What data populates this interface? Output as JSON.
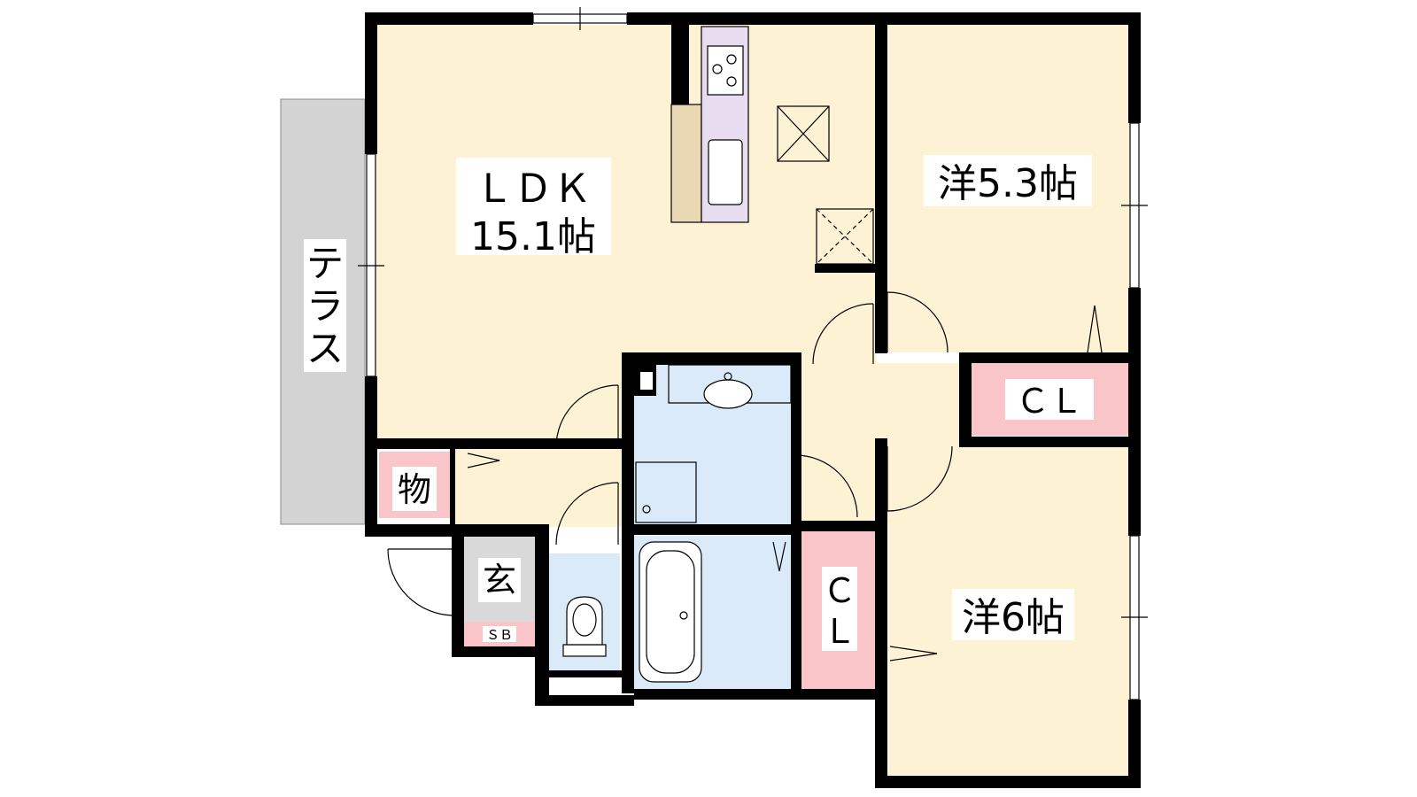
{
  "colors": {
    "living": "#fdf2d4",
    "wet": "#dbeaf9",
    "storage": "#f9c5c9",
    "entrance": "#d9d9d9",
    "terrace": "#d3d3d3",
    "kitchen": "#e8dcf0",
    "counter": "#ead7b4",
    "wall": "#000000"
  },
  "rooms": {
    "ldk_line1": "ＬＤＫ",
    "ldk_line2": "15.1帖",
    "western1": "洋5.3帖",
    "western2": "洋6帖",
    "closet1": "ＣＬ",
    "closet2_line1": "Ｃ",
    "closet2_line2": "Ｌ",
    "storage": "物",
    "entrance": "玄",
    "shoebox": "ＳＢ",
    "terrace_chars": [
      "テ",
      "ラ",
      "ス"
    ]
  }
}
